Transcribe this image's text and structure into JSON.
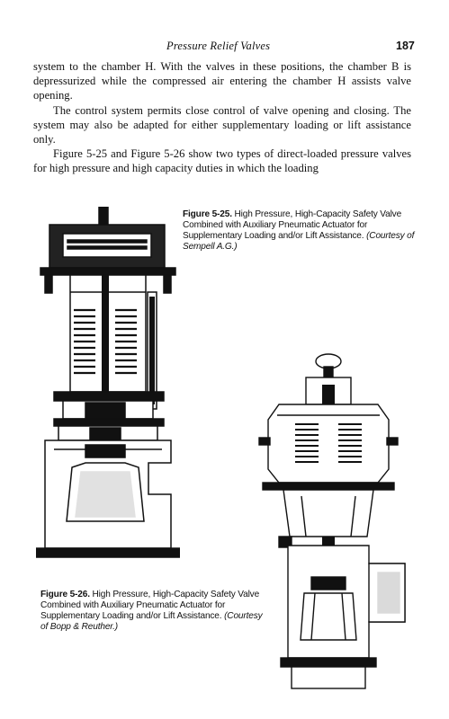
{
  "header": {
    "title": "Pressure Relief Valves",
    "page_number": "187"
  },
  "body": {
    "paragraphs": [
      "system to the chamber H. With the valves in these positions, the chamber B is depressurized while the compressed air entering the chamber H assists valve opening.",
      "The control system permits close control of valve opening and closing. The system may also be adapted for either supplementary loading or lift assistance only.",
      "Figure 5-25 and Figure 5-26 show two types of direct-loaded pressure valves for high pressure and high capacity duties in which the loading"
    ]
  },
  "figures": [
    {
      "label": "Figure 5-25.",
      "caption": "High Pressure, High-Capacity Safety Valve Combined with Auxiliary Pneumatic Actuator for Supplementary Loading and/or Lift Assistance.",
      "credit": "(Courtesy of Sempell A.G.)"
    },
    {
      "label": "Figure 5-26.",
      "caption": "High Pressure, High-Capacity Safety Valve Combined with Auxiliary Pneumatic Actuator for Supplementary Loading and/or Lift Assistance.",
      "credit": "(Courtesy of Bopp & Reuther.)"
    }
  ]
}
